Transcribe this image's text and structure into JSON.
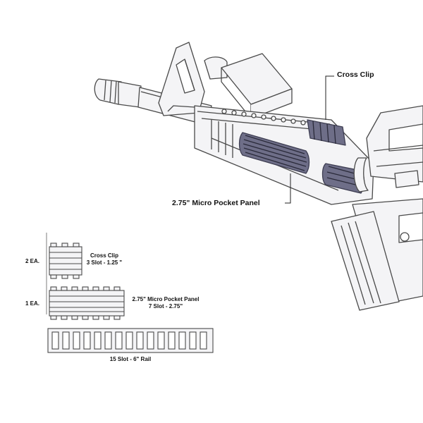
{
  "callouts": {
    "cross_clip": "Cross Clip",
    "micro_pocket_panel": "2.75\" Micro Pocket Panel"
  },
  "parts": [
    {
      "qty": "2 EA.",
      "name": "Cross Clip",
      "spec": "3 Slot - 1.25 \""
    },
    {
      "qty": "1 EA.",
      "name": "2.75\" Micro Pocket Panel",
      "spec": "7 Slot - 2.75\""
    },
    {
      "qty": "",
      "name": "15 Slot - 6\" Rail",
      "spec": ""
    }
  ],
  "colors": {
    "line": "#4a4a4a",
    "body_fill": "#f4f4f6",
    "panel_fill": "#6e6e88",
    "panel_dark": "#3e3e52"
  }
}
